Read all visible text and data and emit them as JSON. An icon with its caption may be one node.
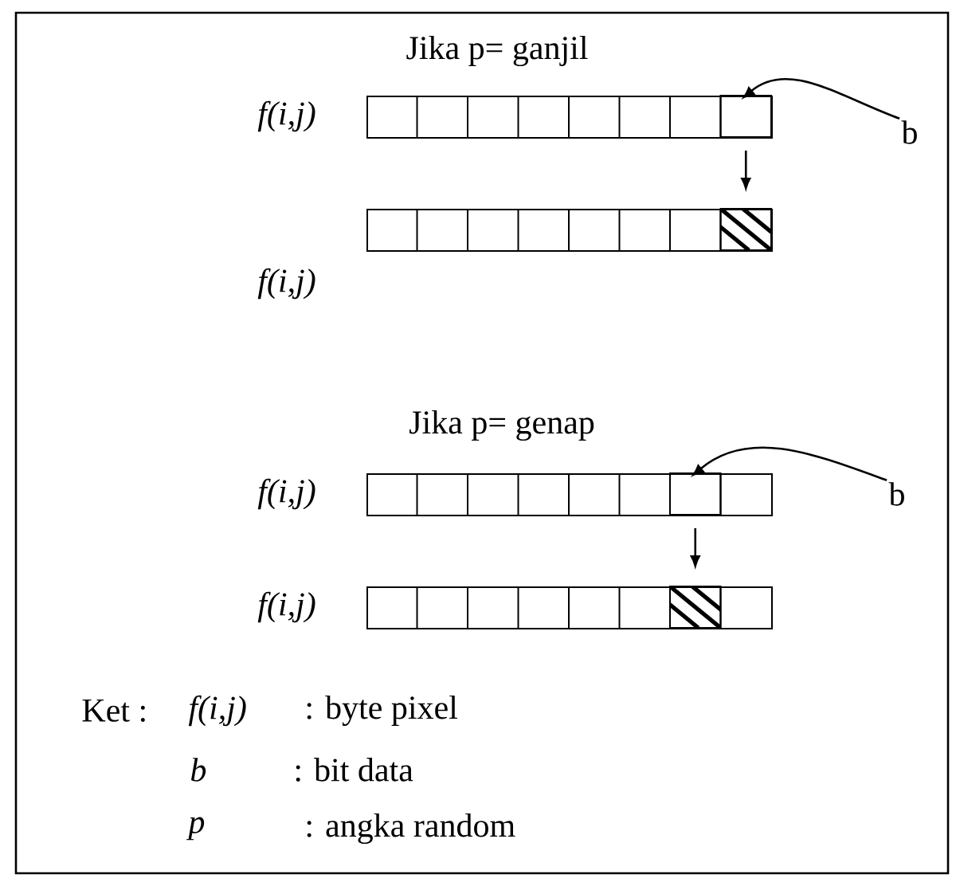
{
  "diagram": {
    "nodes": [
      {
        "text": [],
        "shape": "box"
      },
      {
        "text": [],
        "shape": "box",
        "in": 0
      },
      {
        "text": [],
        "shape": "box"
      },
      {
        "text": [],
        "shape": "box",
        "in": 2
      },
      {
        "text": [
          "b"
        ]
      },
      {
        "text": [],
        "shape": "box"
      },
      {
        "text": [],
        "shape": "box",
        "in": 5
      },
      {
        "text": [],
        "shape": "box"
      },
      {
        "text": [],
        "shape": "box",
        "in": 7
      },
      {
        "text": [
          "b"
        ]
      }
    ],
    "edges": [
      {
        "from": 4,
        "to": 1,
        "arrow": "to"
      },
      {
        "from": 1,
        "to": 3,
        "arrow": "to"
      },
      {
        "from": 9,
        "to": 6,
        "arrow": "to"
      },
      {
        "from": 6,
        "to": 8,
        "arrow": "to"
      }
    ],
    "labels": [
      "Jika p= ganjil",
      "f(i,j)",
      "f(i,j)",
      "Jika p= genap",
      "f(i,j)",
      "f(i,j)",
      "Ket :",
      "f(i,j)",
      ": byte pixel",
      "b",
      ": bit data",
      "p",
      ": angka random"
    ]
  }
}
